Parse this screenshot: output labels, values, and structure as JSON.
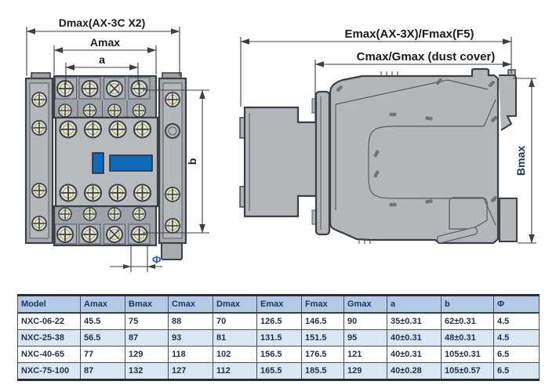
{
  "diagram": {
    "front_view": {
      "labels": {
        "dmax": "Dmax(AX-3C X2)",
        "amax": "Amax",
        "a": "a",
        "b": "b",
        "phi": "Φ"
      }
    },
    "side_view": {
      "labels": {
        "emax_fmax": "Emax(AX-3X)/Fmax(F5)",
        "cmax_gmax": "Cmax/Gmax (dust cover)",
        "bmax": "Bmax"
      }
    },
    "colors": {
      "body_gray": "#b3b6ba",
      "dark_gray": "#9ea3a9",
      "outline": "#3b3f46",
      "screw_cream": "#e9e5cd",
      "accent_blue": "#0c6ab8",
      "phi_label_blue": "#2b5ac4",
      "table_header_bg": "#b4cbe5",
      "table_alt_row_bg": "#dce6f2",
      "table_text": "#17365d"
    }
  },
  "table": {
    "columns": [
      "Model",
      "Amax",
      "Bmax",
      "Cmax",
      "Dmax",
      "Emax",
      "Fmax",
      "Gmax",
      "a",
      "b",
      "Φ"
    ],
    "rows": [
      [
        "NXC-06-22",
        "45.5",
        "75",
        "88",
        "70",
        "126.5",
        "146.5",
        "90",
        "35±0.31",
        "62±0.31",
        "4.5"
      ],
      [
        "NXC-25-38",
        "56.5",
        "87",
        "93",
        "81",
        "131.5",
        "151.5",
        "95",
        "40±0.31",
        "48±0.31",
        "4.5"
      ],
      [
        "NXC-40-65",
        "77",
        "129",
        "118",
        "102",
        "156.5",
        "176.5",
        "121",
        "40±0.31",
        "105±0.31",
        "6.5"
      ],
      [
        "NXC-75-100",
        "87",
        "132",
        "127",
        "112",
        "165.5",
        "185.5",
        "129",
        "40±0.28",
        "105±0.57",
        "6.5"
      ]
    ]
  }
}
